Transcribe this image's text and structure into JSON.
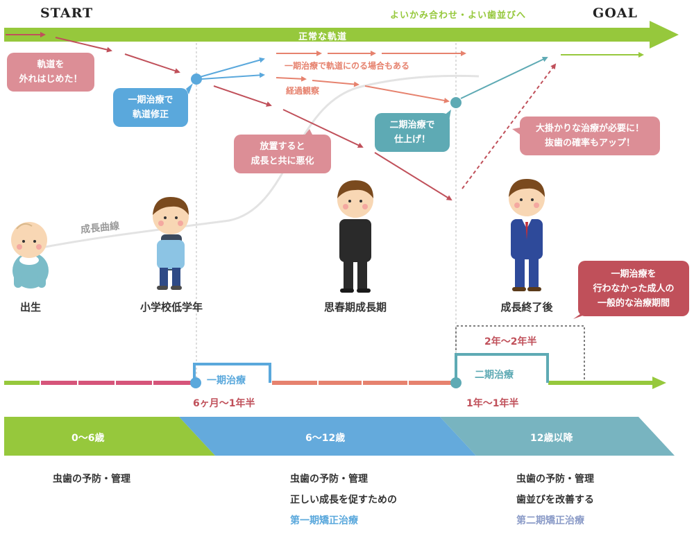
{
  "header": {
    "start": "START",
    "goal": "GOAL",
    "tagline": "よいかみ合わせ・よい歯並びへ",
    "normal_track": "正常な軌道"
  },
  "paths": {
    "correction_on_track": "一期治療で軌道にのる場合もある",
    "observation": "経過観察"
  },
  "bubbles": {
    "off_track": [
      "軌道を",
      "外れはじめた！"
    ],
    "phase1_fix": [
      "一期治療で",
      "軌道修正"
    ],
    "neglect": [
      "放置すると",
      "成長と共に悪化"
    ],
    "phase2_finish": [
      "二期治療で",
      "仕上げ！"
    ],
    "major": [
      "大掛かりな治療が必要に！",
      "抜歯の確率もアップ！"
    ],
    "adult": [
      "一期治療を",
      "行わなかった成人の",
      "一般的な治療期間"
    ]
  },
  "growth_curve_label": "成長曲線",
  "stages": [
    "出生",
    "小学校低学年",
    "思春期成長期",
    "成長終了後"
  ],
  "timeline": {
    "phase1_box": "一期治療",
    "phase1_duration": "6ヶ月〜1年半",
    "phase2_box": "二期治療",
    "phase2_duration": "1年〜1年半",
    "adult_duration": "2年〜2年半"
  },
  "age_bands": [
    "0〜6歳",
    "6〜12歳",
    "12歳以降"
  ],
  "notes": {
    "band1": [
      "虫歯の予防・管理"
    ],
    "band2": [
      "虫歯の予防・管理",
      "正しい成長を促すための",
      "第一期矯正治療"
    ],
    "band3": [
      "虫歯の予防・管理",
      "歯並びを改善する",
      "第二期矯正治療"
    ]
  },
  "colors": {
    "green": "#96c83c",
    "red_arrow": "#c0505a",
    "blue": "#5aa8dc",
    "salmon": "#e6826e",
    "teal": "#5eaab4",
    "pink_bubble": "#dc8e96",
    "band_blue": "#64aadc",
    "band_teal": "#78b4c0",
    "phase2_text": "#8c9cc8"
  }
}
